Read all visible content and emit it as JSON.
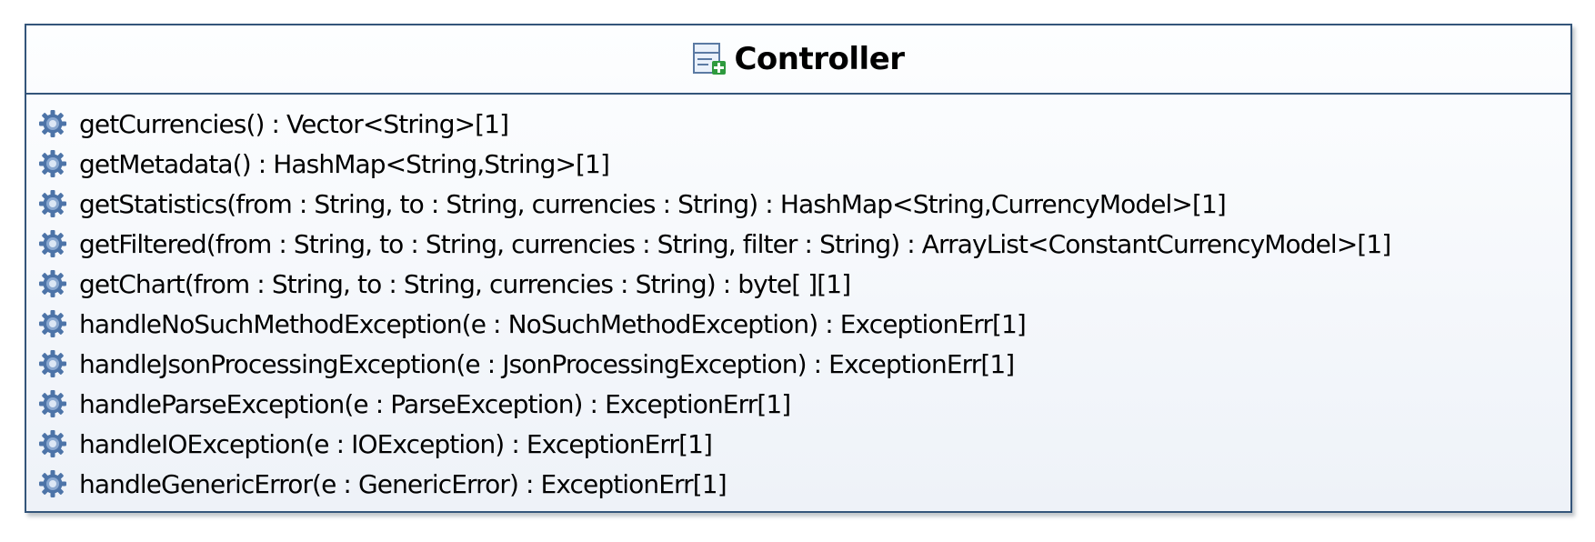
{
  "class": {
    "name": "Controller",
    "icon": "class-icon"
  },
  "operations": [
    {
      "signature": "getCurrencies() : Vector<String>[1]",
      "icon": "operation-gear-icon"
    },
    {
      "signature": "getMetadata() : HashMap<String,String>[1]",
      "icon": "operation-gear-icon"
    },
    {
      "signature": "getStatistics(from : String, to : String, currencies : String) : HashMap<String,CurrencyModel>[1]",
      "icon": "operation-gear-icon"
    },
    {
      "signature": "getFiltered(from : String, to : String, currencies : String, filter : String) : ArrayList<ConstantCurrencyModel>[1]",
      "icon": "operation-gear-icon"
    },
    {
      "signature": "getChart(from : String, to : String, currencies : String) : byte[ ][1]",
      "icon": "operation-gear-icon"
    },
    {
      "signature": "handleNoSuchMethodException(e : NoSuchMethodException) : ExceptionErr[1]",
      "icon": "operation-gear-icon"
    },
    {
      "signature": "handleJsonProcessingException(e : JsonProcessingException) : ExceptionErr[1]",
      "icon": "operation-gear-icon"
    },
    {
      "signature": "handleParseException(e : ParseException) : ExceptionErr[1]",
      "icon": "operation-gear-icon"
    },
    {
      "signature": "handleIOException(e : IOException) : ExceptionErr[1]",
      "icon": "operation-gear-icon"
    },
    {
      "signature": "handleGenericError(e : GenericError) : ExceptionErr[1]",
      "icon": "operation-gear-icon"
    }
  ],
  "colors": {
    "border": "#34557a",
    "gear": "#4d74a8",
    "plus": "#2e9a3e"
  }
}
